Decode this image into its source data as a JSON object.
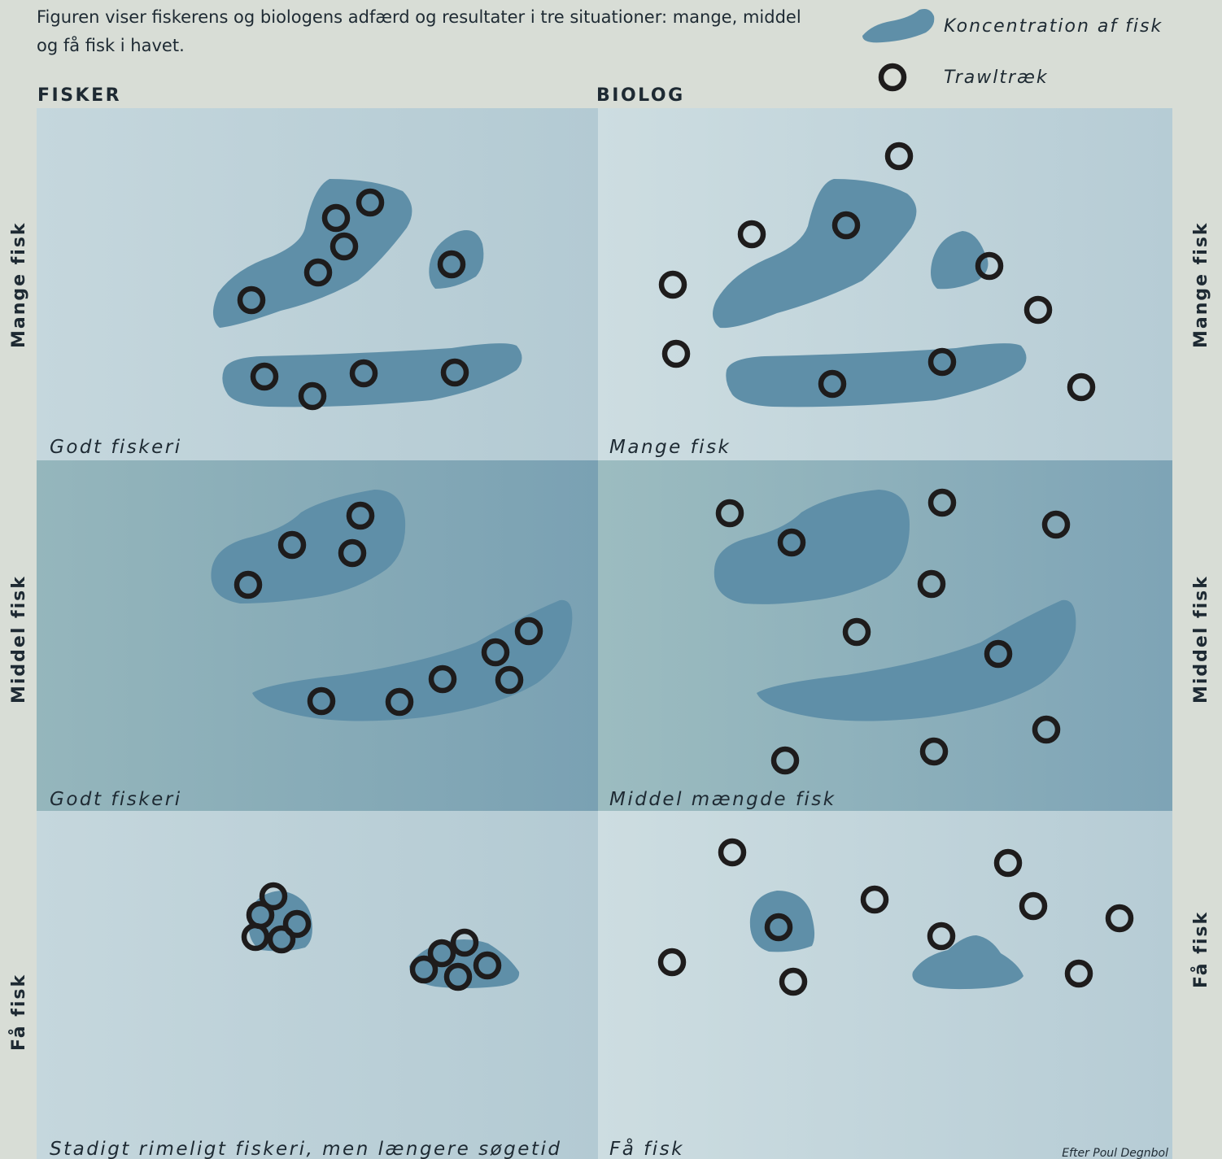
{
  "intro": {
    "line1": "Figuren viser fiskerens og biologens adfærd og resultater i tre situationer: mange, middel",
    "line2": "og få fisk i havet."
  },
  "legend": {
    "fish": "Koncentration af fisk",
    "trawl": "Trawltræk"
  },
  "columns": {
    "fisker": "FISKER",
    "biolog": "BIOLOG"
  },
  "rows": {
    "mange": "Mange fisk",
    "middel": "Middel fisk",
    "faa": "Få fisk"
  },
  "captions": {
    "fisker_mange": "Godt fiskeri",
    "biolog_mange": "Mange fisk",
    "fisker_middel": "Godt fiskeri",
    "biolog_middel": "Middel mængde fisk",
    "fisker_faa": "Stadigt rimeligt fiskeri, men længere søgetid",
    "biolog_faa": "Få fisk"
  },
  "credit": "Efter Poul Degnbol",
  "colors": {
    "fish": "#5f8fa8",
    "trawl": "#1e1c1c",
    "background": "#d8ddd6"
  }
}
